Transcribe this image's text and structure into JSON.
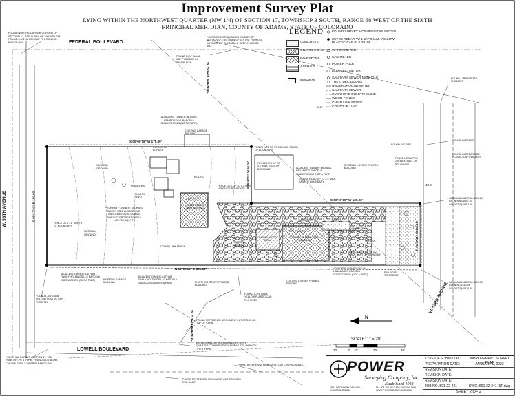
{
  "header": {
    "title": "Improvement Survey Plat",
    "subtitle_1": "LYING WITHIN THE NORTHWEST QUARTER (NW 1/4) OF SECTION 17, TOWNSHIP 3 SOUTH, RANGE 68 WEST OF THE SIXTH",
    "subtitle_2": "PRINCIPAL MERIDIAN, COUNTY OF ADAMS, STATE OF COLORADO"
  },
  "legend": {
    "title": "LEGEND",
    "col1": [
      "CONCRETE",
      "GRAVEL ROAD",
      "PAVESTONE",
      "ASPHALT",
      "MAILBOX"
    ],
    "col2": [
      "FOUND SURVEY MONUMENT AS NOTED",
      "SET #5 REBAR W/ 1-1/4\" DIAM. YELLOW PLASTIC CAP PLS 38198",
      "WATER METER",
      "GAS METER",
      "POWER POLE",
      "ELECTRIC METER",
      "SANITARY SEWER MANHOLE",
      "TREE: DECIDUOUS",
      "UNDERGROUND WATER",
      "SANITARY SEWER",
      "OVERHEAD ELECTRIC LINE",
      "WOOD FENCE",
      "CHAIN LINK FENCE",
      "CONTOUR LINE"
    ],
    "contour_value": "5312"
  },
  "streets": {
    "federal": "FEDERAL BOULEVARD",
    "lowell": "LOWELL BOULEVARD",
    "w56": "W. 56TH AVENUE",
    "w53_top": "W. 53RD AVENUE",
    "w53_right": "W. 53RD AVENUE",
    "w53_bottom": "W. 53RD AVENUE"
  },
  "notes": {
    "found_north_corner": "FOUND NORTH QUARTER CORNER OF SECTION 17, T3S, R 68W OF THE 6TH P.M. FOUND 3-1/4\" ALUM. CAP PLS 23519 IN RANGE BOX",
    "found_alum_cap": "FOUND 3-1/4\" ALUM. CAP PLS 28029 IN RANGE BOX",
    "found_center": "FOUND CENTER QUARTER CORNER OF SECTION 17, T3S, R68W OF 6TH P.M. FOUND 3-1/4\" CAST DIP PLS 26288 4\" DEEP IN RANGE BOX",
    "found_brass": "FOUND 1\" BRASS TAG PLS 28075",
    "found_rebar": "FOUND #4 REBAR",
    "found_rebar_cap": "FOUND #4 REBAR RED PLASTIC CAP PLS 28275",
    "found_pipe": "FOUND 3/4\" PIPE",
    "found_1_1_4_a": "FOUND 1-1/4\" DIAM. YELLOW PLASTIC CAP, PLS 37929",
    "found_1_1_4_b": "FOUND 1-1/4\" DIAM. YELLOW PLASTIC CAP, PLS 37929",
    "found_ref_mon_1": "FOUND REFERENCE MONUMENT CUT CROSS ON TOP OF CURB",
    "found_ref_mon_2": "FOUND REFERENCE MONUMENT CUT CROSS ON INLET",
    "found_ref_mon_3": "FOUND REFERENCE MONUMENT CUT CROSS IN RED RAMP",
    "established": "ESTABLISHED BY MONUMENT TIES WEST QUARTER CORNER OF SECTION 17 T3S, R68W OF THE 6TH P.M.",
    "found_nw_corner": "FOUND NW CORNER SECTION 17, T3S R68W OF THE 6TH P.M. FOUND 3-1/4\" ALUM. CAP PLS 23519 2\" DEEP IN RANGE BOX",
    "adj_owner_top": "ADJACENT OWNER: BONNIE VANRIDEKELL PARCEL# 0182517209013 (NOT A PART)",
    "adj_owner_right": "ADJACENT OWNER: MICHAEL PAGANETTI PARCEL# 0182517209012 (NOT A PART)",
    "adj_owner_bl": "ADJACENT OWNER: LATHAM FAMILY HOLDINGS LLC PARCEL# 0182517209026 (NOT A PART)",
    "adj_owner_bm": "ADJACENT OWNER: LATHAM FAMILY HOLDINGS LLC PARCEL# 0182517209026 (NOT A PART)",
    "adj_owner_br": "ADJACENT OWNER: DELLA LANGBAUER PARCEL# 0182517209031 (NOT A PART)",
    "property_owner": "PROPERTY OWNER: MICHAEL SWEET 5369 W. 53RD AVE. PARCEL# 0182517209024 SUBJECT PROPERTY AREA ±23,750 SQ. FT.",
    "fence_1": "FENCE LIES 1.8' SOUTH OF BOUNDARY",
    "fence_2": "FENCE LIES UP TO 0.5' MAX. SOUTH OF BOUNDARY",
    "fence_3": "FENCE LIES UP TO 0.2' MAX. NORTH OF BOUNDARY",
    "fence_4": "FENCE LIES UP TO 2.4' MAX. EAST OF BOUNDARY",
    "fence_5": "FENCE LIES UP TO 3.2' MAX. EAST OF BOUNDARY",
    "fence_6": "FENCE LIES UP TO 2.2' MAX. EAST OF BOUNDARY",
    "gravel_road": "GRAVEL ROAD UP TO 2.4' MAX. EAST OF BOUNDARY",
    "existing_stucco": "EXISTING 1-STORY STUCCO BUILDING",
    "existing_framed_1": "EXISTING 1-STORY FRAMED BUILDING",
    "existing_framed_2": "EXISTING 1-STORY FRAMED BUILDING",
    "existing_garage_1": "EXISTING GARAGE BUILDING",
    "existing_garage_2": "EXISTING GARAGE BUILDING",
    "framed_main": "1-STORY FRAMED MAIN BUILDING",
    "concrete_border": "CONCRETE BORDER",
    "concrete_steps": "CONCRETE STEPS",
    "raised_wood_deck": "RAISED WOOD DECK",
    "wood_steps": "WOOD STEPS",
    "natural_ground_1": "NATURAL GROUND",
    "natural_ground_2": "NATURAL GROUND",
    "natural_ground_3": "NATURAL GROUND",
    "planters": "PLANTERS",
    "plastic_shed": "PLASTIC SHED",
    "rocks": "ROCKS",
    "chain_link": "4' CHAIN LINK FENCE",
    "grass": "GRASS",
    "dirt": "DIRT",
    "ac_unit": "A/C UNIT",
    "railroad_tie": "RAILROAD TIE BORDER",
    "san_mh_1": "SAN MANHOLE RIM=5316.89 INV.IN(NW)=5307.34 INV.OUT(S)=5307.19",
    "san_mh_2": "SAN MANHOLE RIM=5315.09 INV.IN(N)=5310.24 INV.OUT(S)=5310.19",
    "bearing_top": "S 00°00'19\" W  175.00'",
    "bearing_mid": "S 00°00'19\" W  125.00'",
    "bearing_bottom": "N 00°00'19\" E  300.00'",
    "bearing_left": "S 89°47'31\" E  190.00'",
    "bearing_east_1": "N 89°47'31\" W  50.00'",
    "bearing_east_2": "N 89°47'31\" W  140.00'",
    "dim_40": "40.0'",
    "elev_main": "FFE = 5319.29",
    "elev_bldg": "5311.42"
  },
  "scale": {
    "label": "SCALE: 1\" = 20'",
    "ticks": [
      "20'",
      "0",
      "10'",
      "20'",
      "40'"
    ],
    "north": "N"
  },
  "title_block": {
    "company": "POWER",
    "company_sub": "Surveying Company, Inc.",
    "established": "Established 1948",
    "address": "3911 BROADWAY DENVER, COLORADO 80221",
    "phone": "PH: 303-702-1617 FAX: 303-702-1488 WWW.POWERSURVEYING.COM",
    "rows": [
      {
        "k": "TYPE OF SUBMITTAL:",
        "v": "IMPROVEMENT SURVEY PLAT"
      },
      {
        "k": "PREPARATION DATE:",
        "v": "JANUARY 9, 2023"
      },
      {
        "k": "REVISION DATE:",
        "v": ""
      },
      {
        "k": "REVISION DATE:",
        "v": ""
      },
      {
        "k": "REVISION DATE:",
        "v": ""
      },
      {
        "k": "JOB NO. 501-22-241",
        "v": "DWG: 501-22-241 ISP.dwg"
      }
    ],
    "sheet": "SHEET 2 OF 2"
  }
}
